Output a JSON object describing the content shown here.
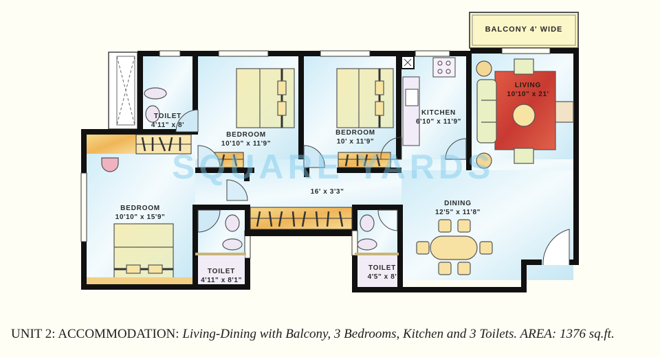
{
  "watermark": "SQUARE YARDS",
  "balcony": {
    "label": "BALCONY 4' WIDE"
  },
  "rooms": [
    {
      "id": "toilet-1",
      "name": "TOILET",
      "dim": "4'11\" x 8'"
    },
    {
      "id": "bedroom-1",
      "name": "BEDROOM",
      "dim": "10'10\" x 11'9\""
    },
    {
      "id": "bedroom-2",
      "name": "BEDROOM",
      "dim": "10' x 11'9\""
    },
    {
      "id": "kitchen",
      "name": "KITCHEN",
      "dim": "6'10\" x 11'9\""
    },
    {
      "id": "living",
      "name": "LIVING",
      "dim": "10'10\" x 21'"
    },
    {
      "id": "passage",
      "name": "",
      "dim": "16' x 3'3\""
    },
    {
      "id": "bedroom-3",
      "name": "BEDROOM",
      "dim": "10'10\" x 15'9\""
    },
    {
      "id": "dining",
      "name": "DINING",
      "dim": "12'5\" x 11'8\""
    },
    {
      "id": "toilet-2",
      "name": "TOILET",
      "dim": "4'11\" x 8'1\""
    },
    {
      "id": "toilet-3",
      "name": "TOILET",
      "dim": "4'5\" x 8'"
    }
  ],
  "caption": {
    "unit": "UNIT 2: ACCOMMODATION:",
    "description": "Living-Dining with Balcony, 3 Bedrooms, Kitchen and 3 Toilets. AREA: 1376 sq.ft."
  },
  "colors": {
    "wall": "#111111",
    "floor": "#e8f6fb",
    "floor_blue": "#bfe6f4",
    "wardrobe": "#f0c06a",
    "rug": "#d9483a",
    "sofa": "#e9f0c4",
    "balcony": "#fbf6c4"
  }
}
